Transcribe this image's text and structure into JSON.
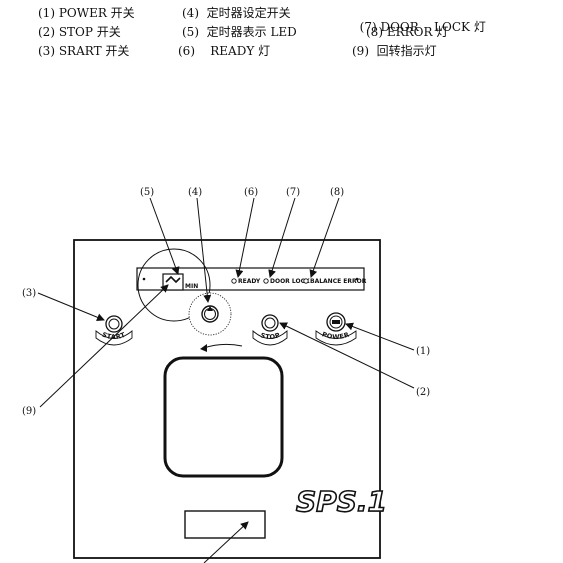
{
  "legend": [
    {
      "num": "(1)",
      "text": "POWER 开关"
    },
    {
      "num": "(4)",
      "text": "定时器设定开关"
    },
    {
      "num": "(7)",
      "text": "DOOR    LOCK 灯"
    },
    {
      "num": "(2)",
      "text": "STOP 开关"
    },
    {
      "num": "(5)",
      "text": "定时器表示 LED"
    },
    {
      "num": "(8)",
      "text": "ERROR 灯"
    },
    {
      "num": "(3)",
      "text": "SRART 开关"
    },
    {
      "num": "(6)",
      "text": "READY 灯"
    },
    {
      "num": "(9)",
      "text": "回转指示灯"
    }
  ],
  "callouts": {
    "c1": "(1)",
    "c2": "(2)",
    "c3": "(3)",
    "c4": "(4)",
    "c5": "(5)",
    "c6": "(6)",
    "c7": "(7)",
    "c8": "(8)",
    "c9": "(9)"
  },
  "panel": {
    "min_label": "MIN",
    "ready_label": "READY",
    "door_lock_label": "DOOR LOCK",
    "balance_error_label": "BALANCE ERROR"
  },
  "buttons": {
    "start_label": "START",
    "stop_label": "STOP",
    "power_label": "POWER"
  },
  "logo": "SPS.1"
}
